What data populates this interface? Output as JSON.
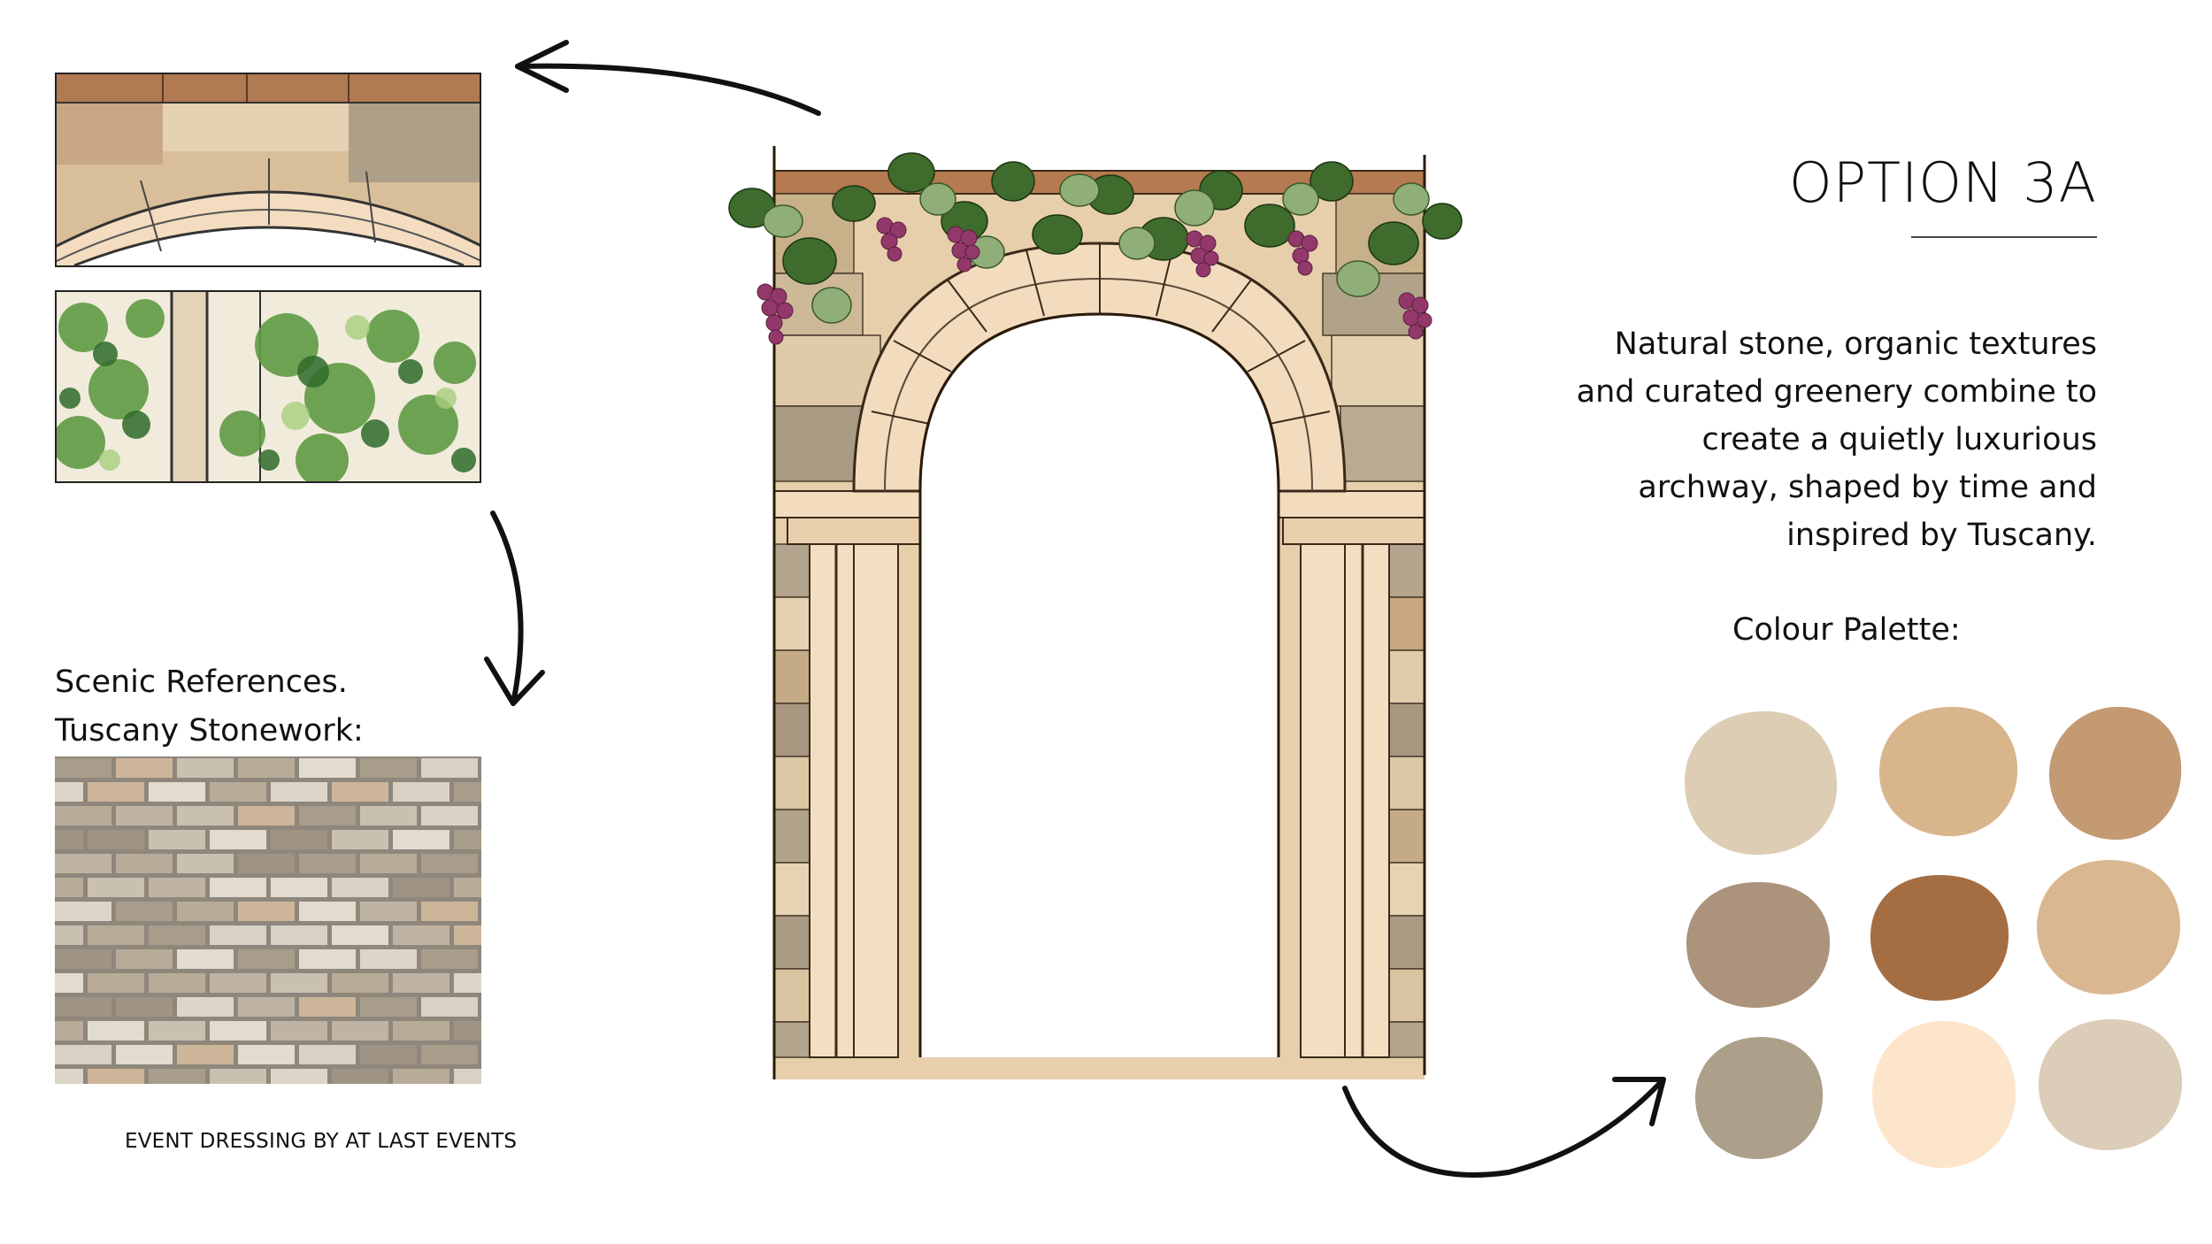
{
  "title": "OPTION 3A",
  "description": {
    "lines": [
      "Natural stone, organic textures",
      "and curated greenery combine to",
      "create a quietly luxurious",
      "archway, shaped by time and",
      "inspired by Tuscany."
    ]
  },
  "palette": {
    "label": "Colour Palette:",
    "colors": [
      "#ddcdb5",
      "#d8b58b",
      "#c39a72",
      "#ab947b",
      "#a56d42",
      "#d9b790",
      "#ada08a",
      "#fde5cc",
      "#dccdb8"
    ]
  },
  "references": {
    "line1": "Scenic References.",
    "line2": "Tuscany Stonework:"
  },
  "footer": "EVENT DRESSING BY AT LAST EVENTS"
}
